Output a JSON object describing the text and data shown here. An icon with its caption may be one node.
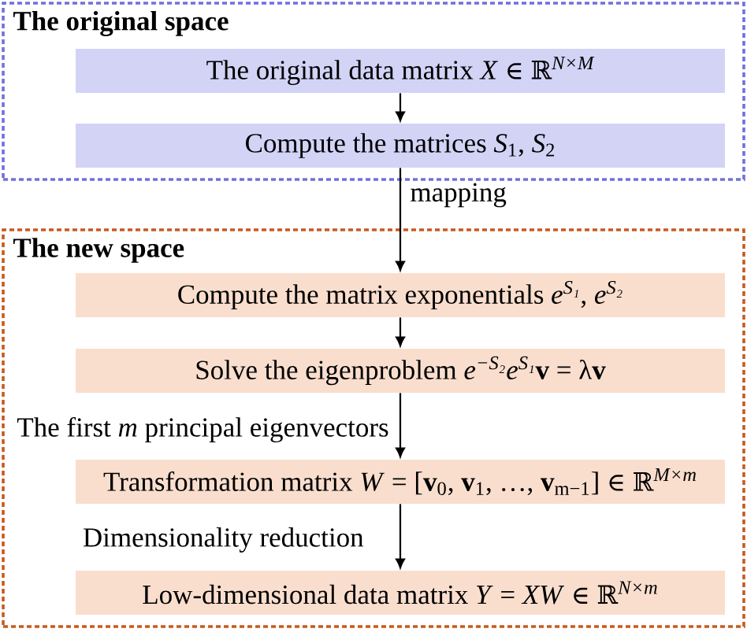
{
  "diagram": {
    "nodes": [
      {
        "text": [
          "The original space"
        ]
      },
      {
        "text": [
          "The original data matrix *X* ∈ ℝ$^{N×M}$"
        ],
        "in": 0
      },
      {
        "text": [
          "Compute the matrices *S*$_{1}$, *S*$_{2}$"
        ],
        "in": 0
      },
      {
        "text": [
          "The new space"
        ]
      },
      {
        "text": [
          "Compute the matrix exponentials *e*$^{S₁}$, *e*$^{S₂}$"
        ],
        "in": 3
      },
      {
        "text": [
          "Solve the eigenproblem *e*$^{−S₂}$*e*$^{S₁}$**v** = λ**v**"
        ],
        "in": 3
      },
      {
        "text": [
          "Transformation matrix *W* = [**v**$_{0}$, **v**$_{1}$, …, **v**$_{m−1}$] ∈ ℝ$^{M×m}$"
        ],
        "in": 3
      },
      {
        "text": [
          "Low-dimensional data matrix *Y* = *XW* ∈ ℝ$^{N×m}$"
        ],
        "in": 3
      }
    ],
    "edges": [
      {
        "from": 1,
        "to": 2,
        "arrow": "to"
      },
      {
        "from": 2,
        "to": 4,
        "arrow": "to",
        "label": "mapping"
      },
      {
        "from": 4,
        "to": 5,
        "arrow": "to"
      },
      {
        "from": 5,
        "to": 6,
        "arrow": "to",
        "label": "The first *m* principal eigenvectors"
      },
      {
        "from": 6,
        "to": 7,
        "arrow": "to",
        "label": "Dimensionality reduction"
      }
    ]
  }
}
